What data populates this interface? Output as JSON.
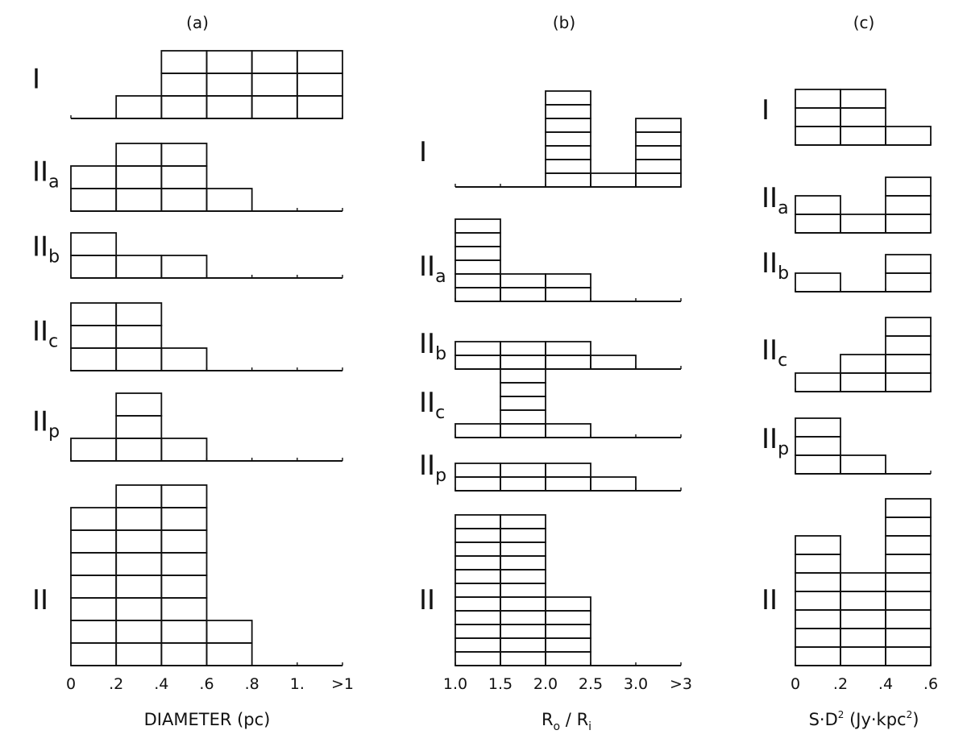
{
  "chart_data": [
    {
      "type": "bar",
      "panel_label": "(a)",
      "xlabel": "DIAMETER (pc)",
      "ticks": [
        "0",
        ".2",
        ".4",
        ".6",
        ".8",
        "1.",
        ">1"
      ],
      "bin_edges": [
        0,
        0.2,
        0.4,
        0.6,
        0.8,
        1.0,
        1.2
      ],
      "rows": [
        {
          "label": "I",
          "sub": "",
          "counts": [
            0,
            1,
            3,
            3,
            3,
            3
          ]
        },
        {
          "label": "II",
          "sub": "a",
          "counts": [
            2,
            3,
            3,
            1,
            0,
            0
          ]
        },
        {
          "label": "II",
          "sub": "b",
          "counts": [
            2,
            1,
            1,
            0,
            0,
            0
          ]
        },
        {
          "label": "II",
          "sub": "c",
          "counts": [
            3,
            3,
            1,
            0,
            0,
            0
          ]
        },
        {
          "label": "II",
          "sub": "p",
          "counts": [
            1,
            3,
            1,
            0,
            0,
            0
          ]
        },
        {
          "label": "II",
          "sub": "",
          "counts": [
            7,
            8,
            8,
            2,
            0,
            0
          ]
        }
      ]
    },
    {
      "type": "bar",
      "panel_label": "(b)",
      "xlabel": "R",
      "xlabel_parts": [
        "R",
        "o",
        "/",
        "R",
        "i"
      ],
      "ticks": [
        "1.0",
        "1.5",
        "2.0",
        "2.5",
        "3.0",
        ">3"
      ],
      "bin_edges": [
        1.0,
        1.5,
        2.0,
        2.5,
        3.0,
        3.5
      ],
      "rows": [
        {
          "label": "I",
          "sub": "",
          "counts": [
            0,
            0,
            7,
            1,
            5
          ]
        },
        {
          "label": "II",
          "sub": "a",
          "counts": [
            6,
            2,
            2,
            0,
            0
          ]
        },
        {
          "label": "II",
          "sub": "b",
          "counts": [
            2,
            2,
            2,
            1,
            0
          ]
        },
        {
          "label": "II",
          "sub": "c",
          "counts": [
            1,
            6,
            1,
            0,
            0
          ]
        },
        {
          "label": "II",
          "sub": "p",
          "counts": [
            2,
            2,
            2,
            1,
            0
          ]
        },
        {
          "label": "II",
          "sub": "",
          "counts": [
            11,
            11,
            5,
            0,
            0
          ]
        }
      ]
    },
    {
      "type": "bar",
      "panel_label": "(c)",
      "xlabel": "S·D",
      "xlabel_parts": [
        "S·D",
        "2",
        " (Jy·kpc",
        "2",
        ")"
      ],
      "ticks": [
        "0",
        ".2",
        ".4",
        ".6"
      ],
      "bin_edges": [
        0,
        0.2,
        0.4,
        0.6
      ],
      "rows": [
        {
          "label": "I",
          "sub": "",
          "counts": [
            3,
            3,
            1
          ]
        },
        {
          "label": "II",
          "sub": "a",
          "counts": [
            2,
            1,
            3
          ]
        },
        {
          "label": "II",
          "sub": "b",
          "counts": [
            1,
            0,
            2
          ]
        },
        {
          "label": "II",
          "sub": "c",
          "counts": [
            1,
            2,
            4
          ]
        },
        {
          "label": "II",
          "sub": "p",
          "counts": [
            3,
            1,
            0
          ]
        },
        {
          "label": "II",
          "sub": "",
          "counts": [
            7,
            5,
            9
          ]
        }
      ]
    }
  ]
}
